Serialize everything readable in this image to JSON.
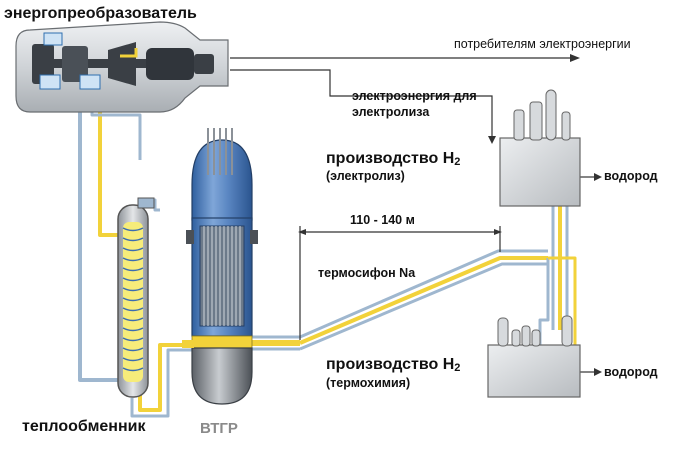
{
  "labels": {
    "converter": "энергопреобразователь",
    "consumers": "потребителям электроэнергии",
    "electrolysis_power_line1": "электроэнергия для",
    "electrolysis_power_line2": "электролиза",
    "prod_electrolysis_title": "производство H",
    "prod_electrolysis_sub": "2",
    "prod_electrolysis_method": "(электролиз)",
    "hydrogen_top": "водород",
    "distance": "110 - 140 м",
    "thermosiphon": "термосифон Na",
    "prod_thermochem_title": "производство H",
    "prod_thermochem_sub": "2",
    "prod_thermochem_method": "(термохимия)",
    "hydrogen_bottom": "водород",
    "heat_exchanger": "теплообменник",
    "reactor": "ВТГР"
  },
  "colors": {
    "pipe_yellow": "#f2d23a",
    "pipe_blue": "#9fb7cf",
    "vessel_gray": "#c9ccd0",
    "reactor_blue": "#3f6fb0",
    "machine_dark": "#3a3f45",
    "reactor_label": "#8a8a8a"
  }
}
